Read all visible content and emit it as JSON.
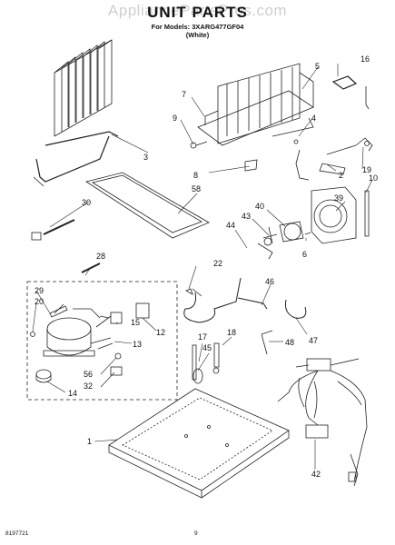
{
  "header": {
    "watermark": "AppliancePartsPros.com",
    "title": "UNIT PARTS",
    "models_line": "For Models: 3XARG477GF04",
    "color_line": "(White)"
  },
  "footer": {
    "doc_number": "8197721",
    "page_number": "9"
  },
  "callouts": [
    "1",
    "2",
    "3",
    "4",
    "5",
    "6",
    "7",
    "8",
    "9",
    "10",
    "12",
    "13",
    "14",
    "15",
    "16",
    "17",
    "18",
    "19",
    "20",
    "22",
    "28",
    "29",
    "30",
    "32",
    "39",
    "40",
    "42",
    "43",
    "44",
    "45",
    "46",
    "47",
    "48",
    "56",
    "58"
  ]
}
